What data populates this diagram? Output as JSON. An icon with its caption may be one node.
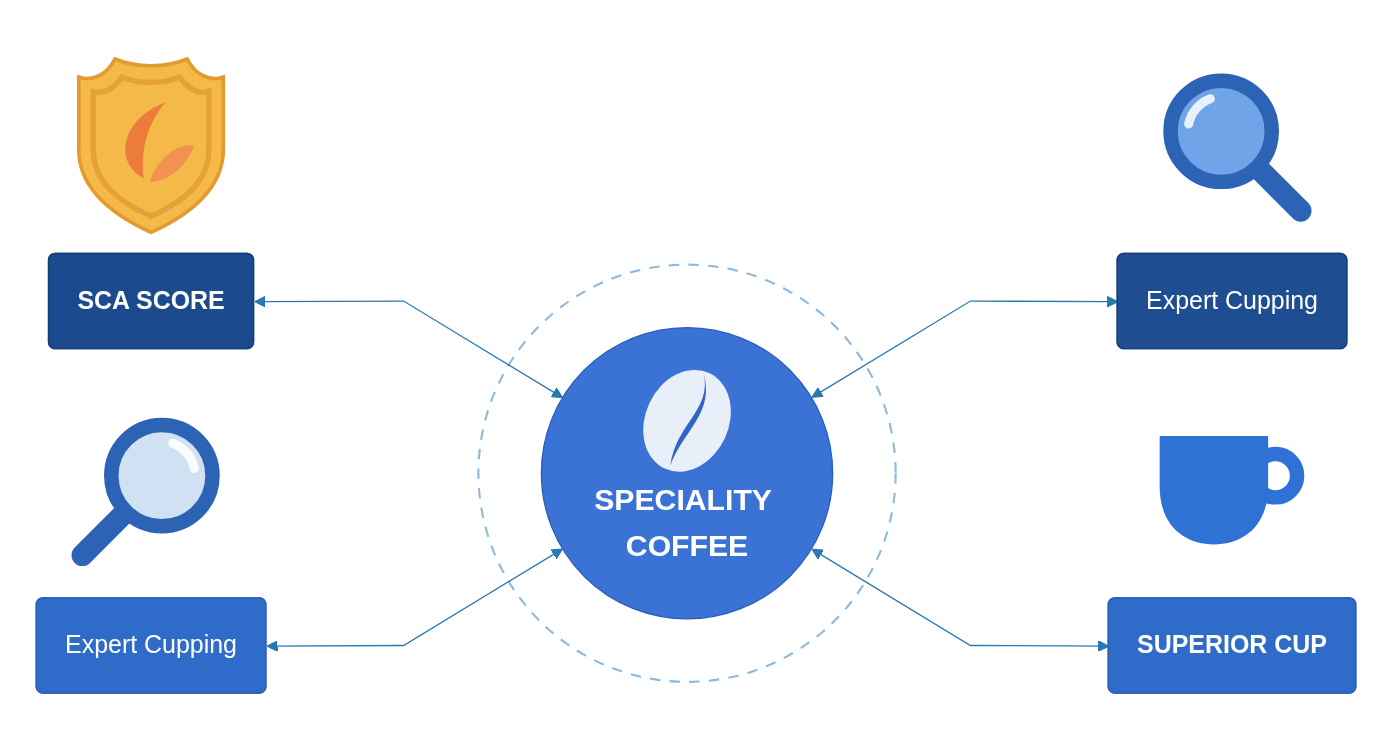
{
  "diagram": {
    "nodes": [
      {
        "text": [
          "SCA SCORE"
        ]
      },
      {
        "text": [
          "SPECIALITY COFFEE"
        ]
      },
      {
        "text": [
          "Expert Cupping"
        ]
      },
      {
        "text": [
          "Expert Cupping"
        ]
      },
      {
        "text": [
          "SUPERIOR CUP"
        ]
      }
    ],
    "edges": [
      {
        "from": 0,
        "to": 1,
        "arrow": "both"
      },
      {
        "from": 1,
        "to": 2,
        "arrow": "both"
      },
      {
        "from": 3,
        "to": 1,
        "arrow": "both"
      },
      {
        "from": 1,
        "to": 4,
        "arrow": "both"
      }
    ]
  }
}
